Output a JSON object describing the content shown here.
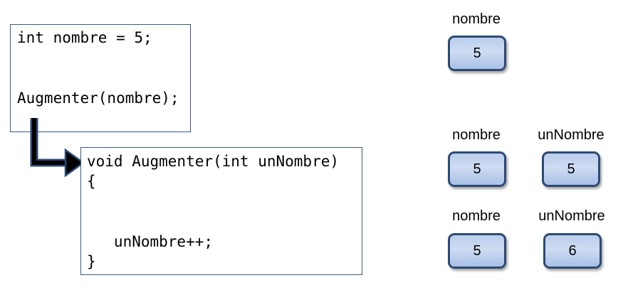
{
  "caller_code": {
    "line1": "int nombre = 5;",
    "line2": "Augmenter(nombre);"
  },
  "function_code": {
    "line1": "void Augmenter(int unNombre)",
    "line2": "{",
    "line3": "   unNombre++;",
    "line4": "}"
  },
  "memory": {
    "state1": {
      "var1_name": "nombre",
      "var1_value": "5"
    },
    "state2": {
      "var1_name": "nombre",
      "var1_value": "5",
      "var2_name": "unNombre",
      "var2_value": "5"
    },
    "state3": {
      "var1_name": "nombre",
      "var1_value": "5",
      "var2_name": "unNombre",
      "var2_value": "6"
    }
  },
  "colors": {
    "box_border": "#3c5a80",
    "arrow": "#000000",
    "arrow_outline": "#2c4a74",
    "var_fill": "#b9cdec",
    "var_border": "#2c4a74"
  }
}
